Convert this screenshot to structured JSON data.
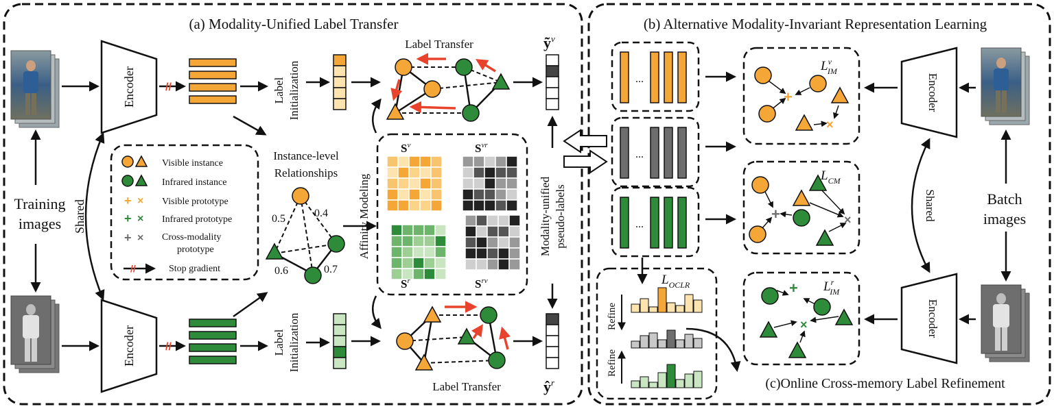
{
  "panel_a": {
    "title": "(a) Modality-Unified Label Transfer",
    "training_images": [
      "Training",
      "images"
    ],
    "shared": "Shared",
    "encoder": "Encoder",
    "label_initialization": [
      "Label",
      "Initialization"
    ],
    "label_transfer": "Label Transfer",
    "instance_relationships": [
      "Instance-level",
      "Relationships"
    ],
    "affinity_modeling": "Affinity Modeling",
    "modality_unified": [
      "Modality-unified",
      "pseudo-labels"
    ],
    "y_v": "ỹ",
    "y_v_sup": "v",
    "y_r": "ŷ",
    "y_r_sup": "r",
    "s_v": "S",
    "s_v_sup": "v",
    "s_vr": "S",
    "s_vr_sup": "vr",
    "s_r": "S",
    "s_r_sup": "r",
    "s_rv": "S",
    "s_rv_sup": "rv",
    "edge_weights": [
      "0.5",
      "0.4",
      "0.6",
      "0.7"
    ]
  },
  "legend": {
    "items": [
      "Visible instance",
      "Infrared instance",
      "Visible prototype",
      "Infrared prototype",
      "Cross-modality",
      "prototype",
      "Stop gradient"
    ]
  },
  "panel_b": {
    "title": "(b) Alternative Modality-Invariant Representation Learning",
    "dots": "...",
    "loss_im_v": "L",
    "loss_im_v_sub": "IM",
    "loss_im_v_sup": "v",
    "loss_cm": "L",
    "loss_cm_sub": "CM",
    "loss_im_r": "L",
    "loss_im_r_sub": "IM",
    "loss_im_r_sup": "r",
    "encoder": "Encoder",
    "shared": "Shared",
    "batch_images": [
      "Batch",
      "images"
    ]
  },
  "panel_c": {
    "title": "(c)Online Cross-memory Label Refinement",
    "loss_oclr": "L",
    "loss_oclr_sub": "OCLR",
    "refine": "Refine"
  },
  "colors": {
    "orange": "#F4A636",
    "orange_light": "#FDE3AE",
    "green": "#2E8B3A",
    "green_light": "#C9E5C2",
    "gray": "#6E6E6E",
    "red": "#E8432C"
  }
}
